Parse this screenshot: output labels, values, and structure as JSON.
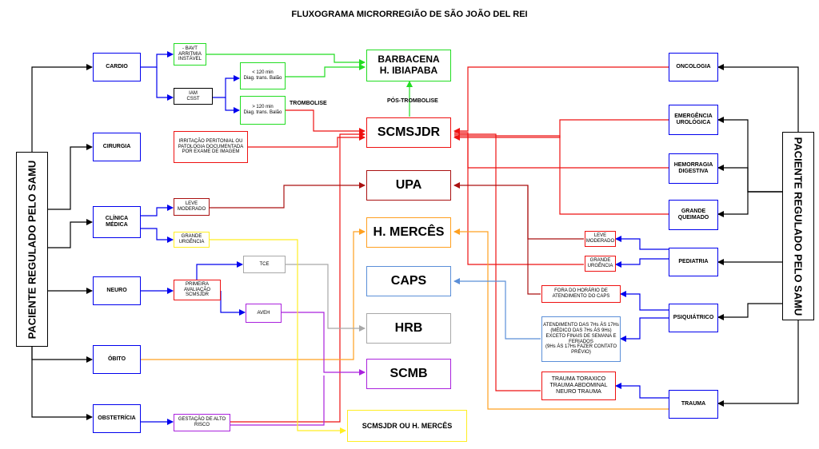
{
  "title": "FLUXOGRAMA MICRORREGIÃO DE SÃO JOÃO DEL REI",
  "sides": {
    "left": "PACIENTE REGULADO PELO SAMU",
    "right": "PACIENTE REGULADO PELO SAMU"
  },
  "left_categories": {
    "cardio": "CARDIO",
    "cirurgia": "CIRURGIA",
    "clinica": "CLÍNICA\nMÉDICA",
    "neuro": "NEURO",
    "obito": "ÓBITO",
    "obstetricia": "OBSTETRÍCIA"
  },
  "left_conditions": {
    "bavt": "- BAVT\nARRITMIA\nINSTÁVEL",
    "iam": "IAM\nCSST",
    "lt120": "< 120 min\nDiag. trans. Balão",
    "gt120": "> 120 min\nDiag. trans. Balão",
    "irritacao": "IRRITAÇÃO PERITONIAL OU\nPATOLOGIA DOCUMENTADA\nPOR EXAME DE IMAGEM",
    "leve": "LEVE\nMODERADO",
    "grande": "GRANDE\nURGÊNCIA",
    "primeira": "PRIMEIRA\nAVALIAÇÃO\nSCMSJDR",
    "tce": "TCE",
    "aveh": "AVEH",
    "gestacao": "GESTAÇÃO DE ALTO\nRISCO"
  },
  "hospitals": {
    "barbacena": "BARBACENA\nH. IBIAPABA",
    "scmsjdr": "SCMSJDR",
    "upa": "UPA",
    "mercês": "H. MERCÊS",
    "caps": "CAPS",
    "hrb": "HRB",
    "scmb": "SCMB",
    "scmsjdr_merces": "SCMSJDR OU H. MERCÊS"
  },
  "labels": {
    "trombolise": "TROMBOLISE",
    "pos_trombolise": "PÓS-TROMBOLISE"
  },
  "right_categories": {
    "oncologia": "ONCOLOGIA",
    "emergencia": "EMERGÊNCIA\nUROLÓGICA",
    "hemorragia": "HEMORRAGIA\nDIGESTIVA",
    "queimado": "GRANDE\nQUEIMADO",
    "pediatria": "PEDIATRIA",
    "psiquiatrico": "PSIQUIÁTRICO",
    "trauma": "TRAUMA"
  },
  "right_conditions": {
    "ped_leve": "LEVE\nMODERADO",
    "ped_grande": "GRANDE\nURGÊNCIA",
    "fora": "FORA DO HORÁRIO DE\nATENDIMENTO DO CAPS",
    "atendimento": "ATENDIMENTO DAS 7Hs ÀS 17Hs\n(MÉDICO DAS 7Hs ÀS 9Hs)\nEXCETO FINAIS DE SEMANA E\nFERIADOS\n(9Hs ÀS 17Hs FAZER CONTATO\nPRÉVIO)",
    "trauma_tipos": "TRAUMA TORAXICO\nTRAUMA ABDOMINAL\nNEURO TRAUMA"
  },
  "colors": {
    "blue": "#0000ee",
    "green": "#22dd22",
    "red": "#ee1111",
    "darkred": "#aa1111",
    "orange": "#ffa020",
    "lightblue": "#5b8fd8",
    "gray": "#a8a8a8",
    "purple": "#aa22dd",
    "yellow": "#ffee22"
  }
}
